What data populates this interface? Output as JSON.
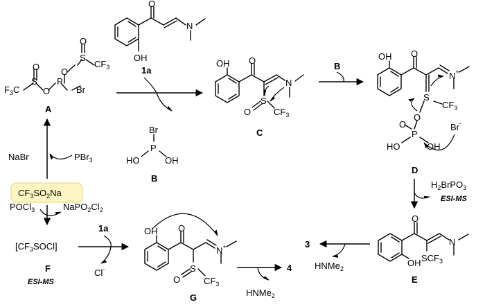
{
  "labels": {
    "A": "A",
    "B": "B",
    "B_arrow": "B",
    "C": "C",
    "D": "D",
    "E": "E",
    "F": "F",
    "G": "G",
    "sm_1a": "1a",
    "reag_1a": "1a",
    "prod3": "3",
    "prod4": "4"
  },
  "reagents": {
    "start": "CF3SO2Na",
    "nabr": "NaBr",
    "pbr3": "PBr3",
    "pocl3": "POCl3",
    "napo2cl2": "NaPO2Cl2",
    "cf3socl": "[CF3SOCl]",
    "cl_minus": "Cl-",
    "hnme2_g": "HNMe2",
    "hnme2_e": "HNMe2",
    "h2brpo3": "H2BrPO3",
    "br_minus": "Br-"
  },
  "annotations": {
    "esi_ms_f": "ESI-MS",
    "esi_ms_e": "ESI-MS"
  },
  "colors": {
    "highlight": "#fdf6c2",
    "highlight_border": "#e8d27a",
    "ink": "#000000"
  }
}
